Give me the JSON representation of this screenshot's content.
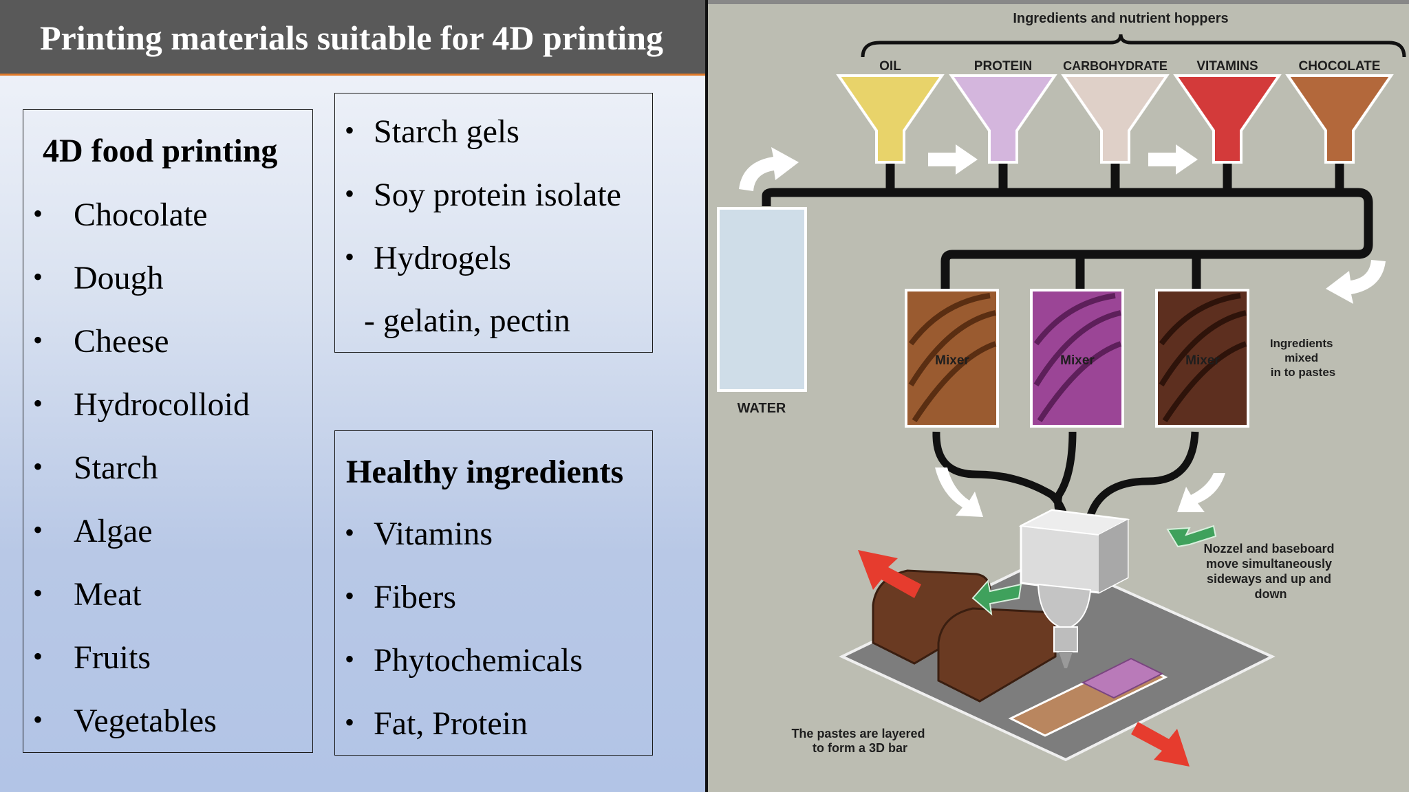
{
  "title": "Printing materials suitable for 4D printing",
  "box_food": {
    "heading": "4D food printing",
    "items": [
      "Chocolate",
      "Dough",
      "Cheese",
      "Hydrocolloid",
      "Starch",
      "Algae",
      "Meat",
      "Fruits",
      "Vegetables"
    ]
  },
  "box_gels": {
    "items": [
      "Starch gels",
      "Soy protein isolate",
      "Hydrogels"
    ],
    "subitem": "- gelatin, pectin"
  },
  "box_healthy": {
    "heading": "Healthy ingredients",
    "items": [
      "Vitamins",
      "Fibers",
      "Phytochemicals",
      "Fat, Protein"
    ]
  },
  "diagram": {
    "hoppers_title": "Ingredients and nutrient hoppers",
    "hoppers": [
      {
        "label": "OIL",
        "color": "#e8d36a"
      },
      {
        "label": "PROTEIN",
        "color": "#d4b6dd"
      },
      {
        "label": "CARBOHYDRATE",
        "color": "#dfd0c8"
      },
      {
        "label": "VITAMINS",
        "color": "#d33a3a"
      },
      {
        "label": "CHOCOLATE",
        "color": "#b3683b"
      }
    ],
    "water_label": "WATER",
    "mixer_label": "Mixer",
    "mixed_note": [
      "Ingredients",
      "mixed",
      "in to pastes"
    ],
    "nozzle_note": [
      "Nozzel and baseboard",
      "move simultaneously",
      "sideways and up and",
      "down"
    ],
    "layer_note": [
      "The pastes are layered",
      "to form a 3D bar"
    ]
  },
  "colors": {
    "title_bg": "#595959",
    "accent": "#e07a2a",
    "diagram_bg": "#bcbdb2"
  }
}
